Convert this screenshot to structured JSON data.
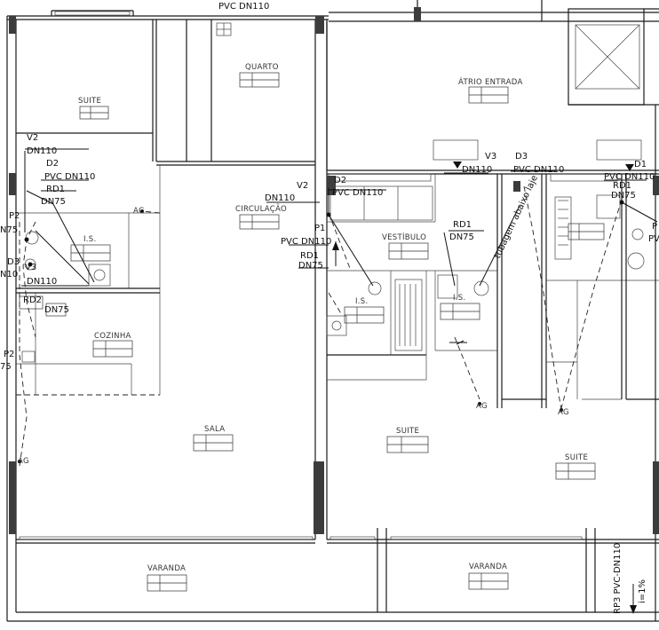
{
  "rooms": {
    "suite_left": "SUITE",
    "quarto": "QUARTO",
    "atrio": "ÁTRIO ENTRADA",
    "circulacao": "CIRCULAÇÃO",
    "ls_left": "I.S.",
    "cozinha": "COZINHA",
    "sala": "SALA",
    "vestibulo": "VESTÍBULO",
    "ls_mid": "I.S.",
    "ls_right": "I.S.",
    "suite_mid": "SUITE",
    "suite_right": "SUITE",
    "varanda_left": "VARANDA",
    "varanda_mid": "VARANDA"
  },
  "labels": {
    "pvc_top": "PVC DN110",
    "v2_left": "V2",
    "dn110_a": "DN110",
    "d2_left": "D2",
    "pvc_dn110_left": "PVC DN110",
    "rd1_left": "RD1",
    "dn75_left": "DN75",
    "p2_a": "P2",
    "n75_edge": "N75",
    "d3_left": "D3",
    "v3_left": "V3",
    "n10_edge": "N10",
    "dn110_b": "DN110",
    "rd2": "RD2",
    "dn75_b": "DN75",
    "p2_b": "P2",
    "n75_edge2": "75",
    "dn110_circ": "DN110",
    "v2_mid": "V2",
    "d2_mid": "D2",
    "pvc_dn110_mid": "PVC DN110",
    "p1": "P1",
    "pvc_dn110_p1": "PVC DN110",
    "rd1_mid": "RD1",
    "dn75_mid": "DN75",
    "v3_mid": "V3",
    "dn110_v3": "DN110",
    "d3_mid": "D3",
    "pvc_dn110_d3": "PVC DN110",
    "rd1_vest": "RD1",
    "dn75_vest": "DN75",
    "tubagem": "tubagem abaixo laje",
    "d1": "D1",
    "pvc_dn110_d1": "PVC DN110",
    "rd1_right": "RD1",
    "dn75_right": "DN75",
    "p_edge": "P",
    "pv_edge": "PV",
    "ag": "AG",
    "rp3": "RP3 PVC-DN110",
    "slope": "i=1%"
  }
}
